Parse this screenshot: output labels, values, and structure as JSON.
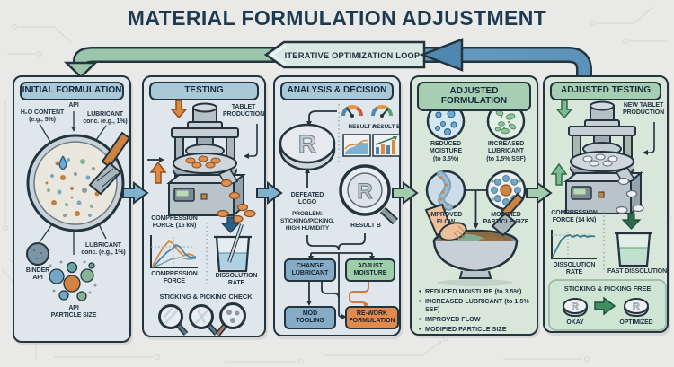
{
  "title": "MATERIAL FORMULATION ADJUSTMENT",
  "loop": {
    "label": "ITERATIVE OPTIMIZATION LOOP"
  },
  "logo_letter": "R",
  "panels": {
    "initial": {
      "header": "INITIAL FORMULATION",
      "api_label": "API",
      "h2o_line1": "H₂O CONTENT",
      "h2o_line2": "(e.g., 5%)",
      "lubricant_line1": "LUBRICANT",
      "lubricant_line2": "conc. (e.g., 1%)",
      "lubricant2_line1": "LUBRICANT",
      "lubricant2_line2": "conc. (e.g., 1%)",
      "binder_line1": "BINDER",
      "binder_line2": "API",
      "particle_line1": "API",
      "particle_line2": "PARTICLE SIZE"
    },
    "testing": {
      "header": "TESTING",
      "tablet_production_line1": "TABLET",
      "tablet_production_line2": "PRODUCTION",
      "compression_line1": "COMPRESSION",
      "compression_line2": "FORCE (15 kN)",
      "compression_axis_line1": "COMPRESSION",
      "compression_axis_line2": "FORCE",
      "dissolution_line1": "DISSOLUTION",
      "dissolution_line2": "RATE",
      "sticking_check": "STICKING & PICKING CHECK"
    },
    "analysis": {
      "header": "ANALYSIS & DECISION",
      "result_a": "RESULT A",
      "result_b": "RESULT B",
      "defeated_line1": "DEFEATED",
      "defeated_line2": "LOGO",
      "problem_line1": "PROBLEM:",
      "problem_line2": "STICKING/PICKING,",
      "problem_line3": "HIGH HUMIDITY",
      "result_b_caption": "RESULT B",
      "change_line1": "CHANGE",
      "change_line2": "LUBRICANT",
      "adjust_line1": "ADJUST",
      "adjust_line2": "MOISTURE",
      "mod_line1": "MOD",
      "mod_line2": "TOOLING",
      "rework_line1": "RE-WORK",
      "rework_line2": "FORMULATION"
    },
    "adjusted_formulation": {
      "header_line1": "ADJUSTED",
      "header_line2": "FORMULATION",
      "reduced_line1": "REDUCED",
      "reduced_line2": "MOISTURE",
      "reduced_line3": "(to 3.5%)",
      "increased_line1": "INCREASED",
      "increased_line2": "LUBRICANT",
      "increased_line3": "(to 1.5% SSF)",
      "improved_line1": "IMPROVED",
      "improved_line2": "FLOW",
      "modified_line1": "MODIFIED",
      "modified_line2": "PARTICLE SIZE",
      "bullets": [
        "REDUCED MOISTURE (to 3.5%)",
        "INCREASED LUBRICANT (to 1.5% SSF)",
        "IMPROVED FLOW",
        "MODIFIED PARTICLE SIZE"
      ]
    },
    "adjusted_testing": {
      "header": "ADJUSTED TESTING",
      "new_tablet_line1": "NEW TABLET",
      "new_tablet_line2": "PRODUCTION",
      "compression_line1": "COMPRESSION",
      "compression_line2": "FORCE (14 kN)",
      "dissolution_line1": "DISSOLUTION",
      "dissolution_line2": "RATE",
      "fast_dissolution": "FAST DISSOLUTION",
      "sticking_free": "STICKING & PICKING FREE",
      "okay": "OKAY",
      "optimized": "OPTIMIZED"
    }
  },
  "colors": {
    "loop_green": "#9cc6ab",
    "loop_blue": "#5d92b8",
    "panel_blue_header": "#a9c8d8",
    "panel_green_header": "#a6ceb2",
    "tablet_orange": "#e0914f",
    "decision_blue": "#85abc7",
    "decision_green": "#9ecdaa",
    "decision_orange": "#e28a4d"
  }
}
